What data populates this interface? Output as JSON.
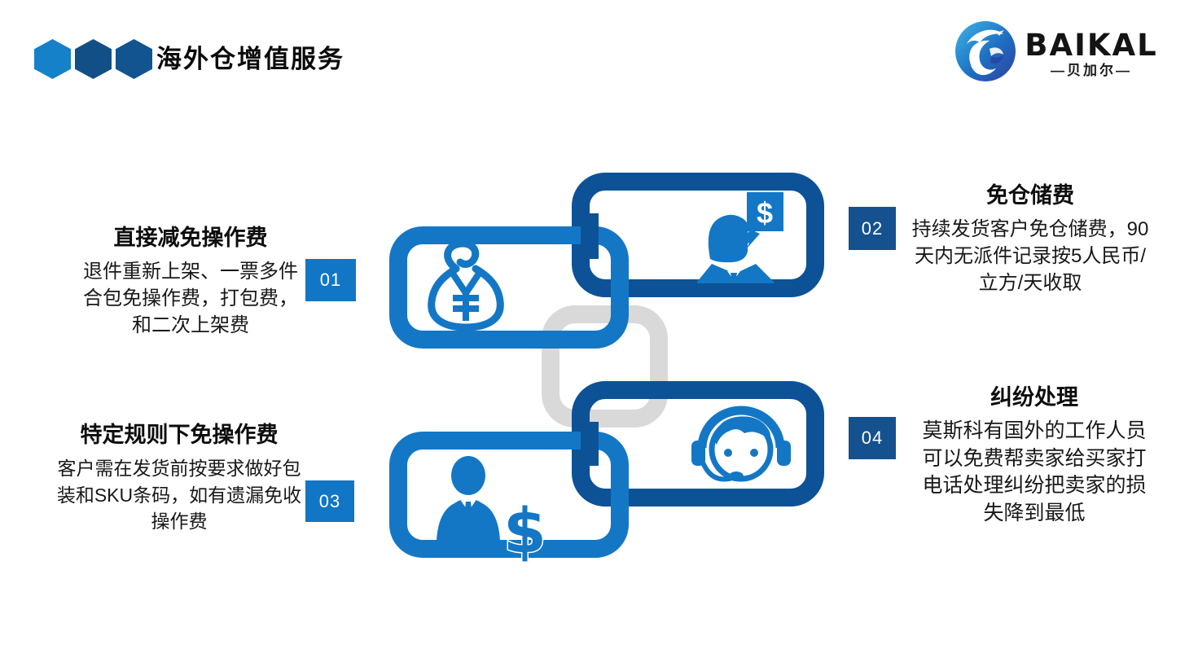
{
  "slide": {
    "background": "#ffffff"
  },
  "header": {
    "title": "海外仓增值服务",
    "bullet_colors": [
      "#1581C9",
      "#124F87",
      "#11548F"
    ]
  },
  "logo": {
    "brand": "BAIKAL",
    "brand_cn": "—贝加尔—"
  },
  "palette": {
    "light_blue": "#1377C6",
    "dark_blue": "#0D5296",
    "gray_link": "#D9D9D9",
    "badge_light": "#1176C5",
    "badge_dark": "#15518F",
    "text": "#181818"
  },
  "services": [
    {
      "badge": "01",
      "title": "直接减免操作费",
      "body": "退件重新上架、一票多件\n合包免操作费，打包费，\n和二次上架费",
      "icon": "money-bag-yuan"
    },
    {
      "badge": "02",
      "title": "免仓储费",
      "body": "持续发货客户免仓储费，90\n天内无派件记录按5人民币/\n立方/天收取",
      "icon": "buyer-chat-dollar"
    },
    {
      "badge": "03",
      "title": "特定规则下免操作费",
      "body": "客户需在发货前按要求做好包\n装和SKU条码，如有遗漏免收\n操作费",
      "icon": "seller-dollar"
    },
    {
      "badge": "04",
      "title": "纠纷处理",
      "body": "莫斯科有国外的工作人员\n可以免费帮卖家给买家打\n电话处理纠纷把卖家的损\n失降到最低",
      "icon": "support-agent-headset"
    }
  ],
  "graphic": {
    "bubble_symbol": "$",
    "seller_symbol": "$"
  }
}
